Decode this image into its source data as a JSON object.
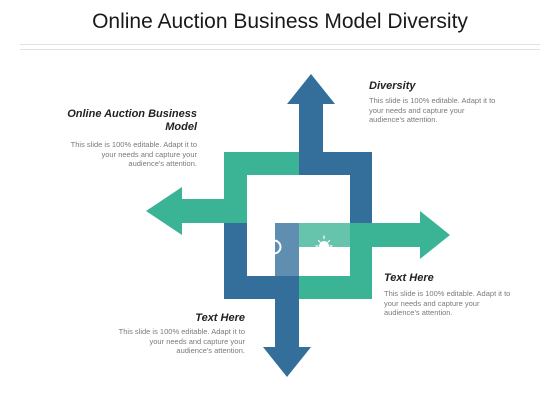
{
  "slide": {
    "title": "Online Auction Business Model Diversity"
  },
  "colors": {
    "blue": "#336f9a",
    "teal": "#3bb496",
    "tile": "#ffffff"
  },
  "blocks": {
    "top_left": {
      "heading": "Online Auction Business Model",
      "description": "This slide is 100% editable. Adapt it to your needs and capture your audience's attention."
    },
    "top_right": {
      "heading": "Diversity",
      "description": "This slide is 100% editable. Adapt it to your needs and capture your audience's attention."
    },
    "bottom_right": {
      "heading": "Text Here",
      "description": "This slide is 100% editable. Adapt it to your needs and capture your audience's attention."
    },
    "bottom_left": {
      "heading": "Text Here",
      "description": "This slide is 100% editable. Adapt it to your needs and capture your audience's attention."
    }
  },
  "icons": {
    "top_left": "bar-chart-icon",
    "top_right": "handshake-icon",
    "bottom_left": "search-icon",
    "bottom_right": "lightbulb-icon"
  }
}
